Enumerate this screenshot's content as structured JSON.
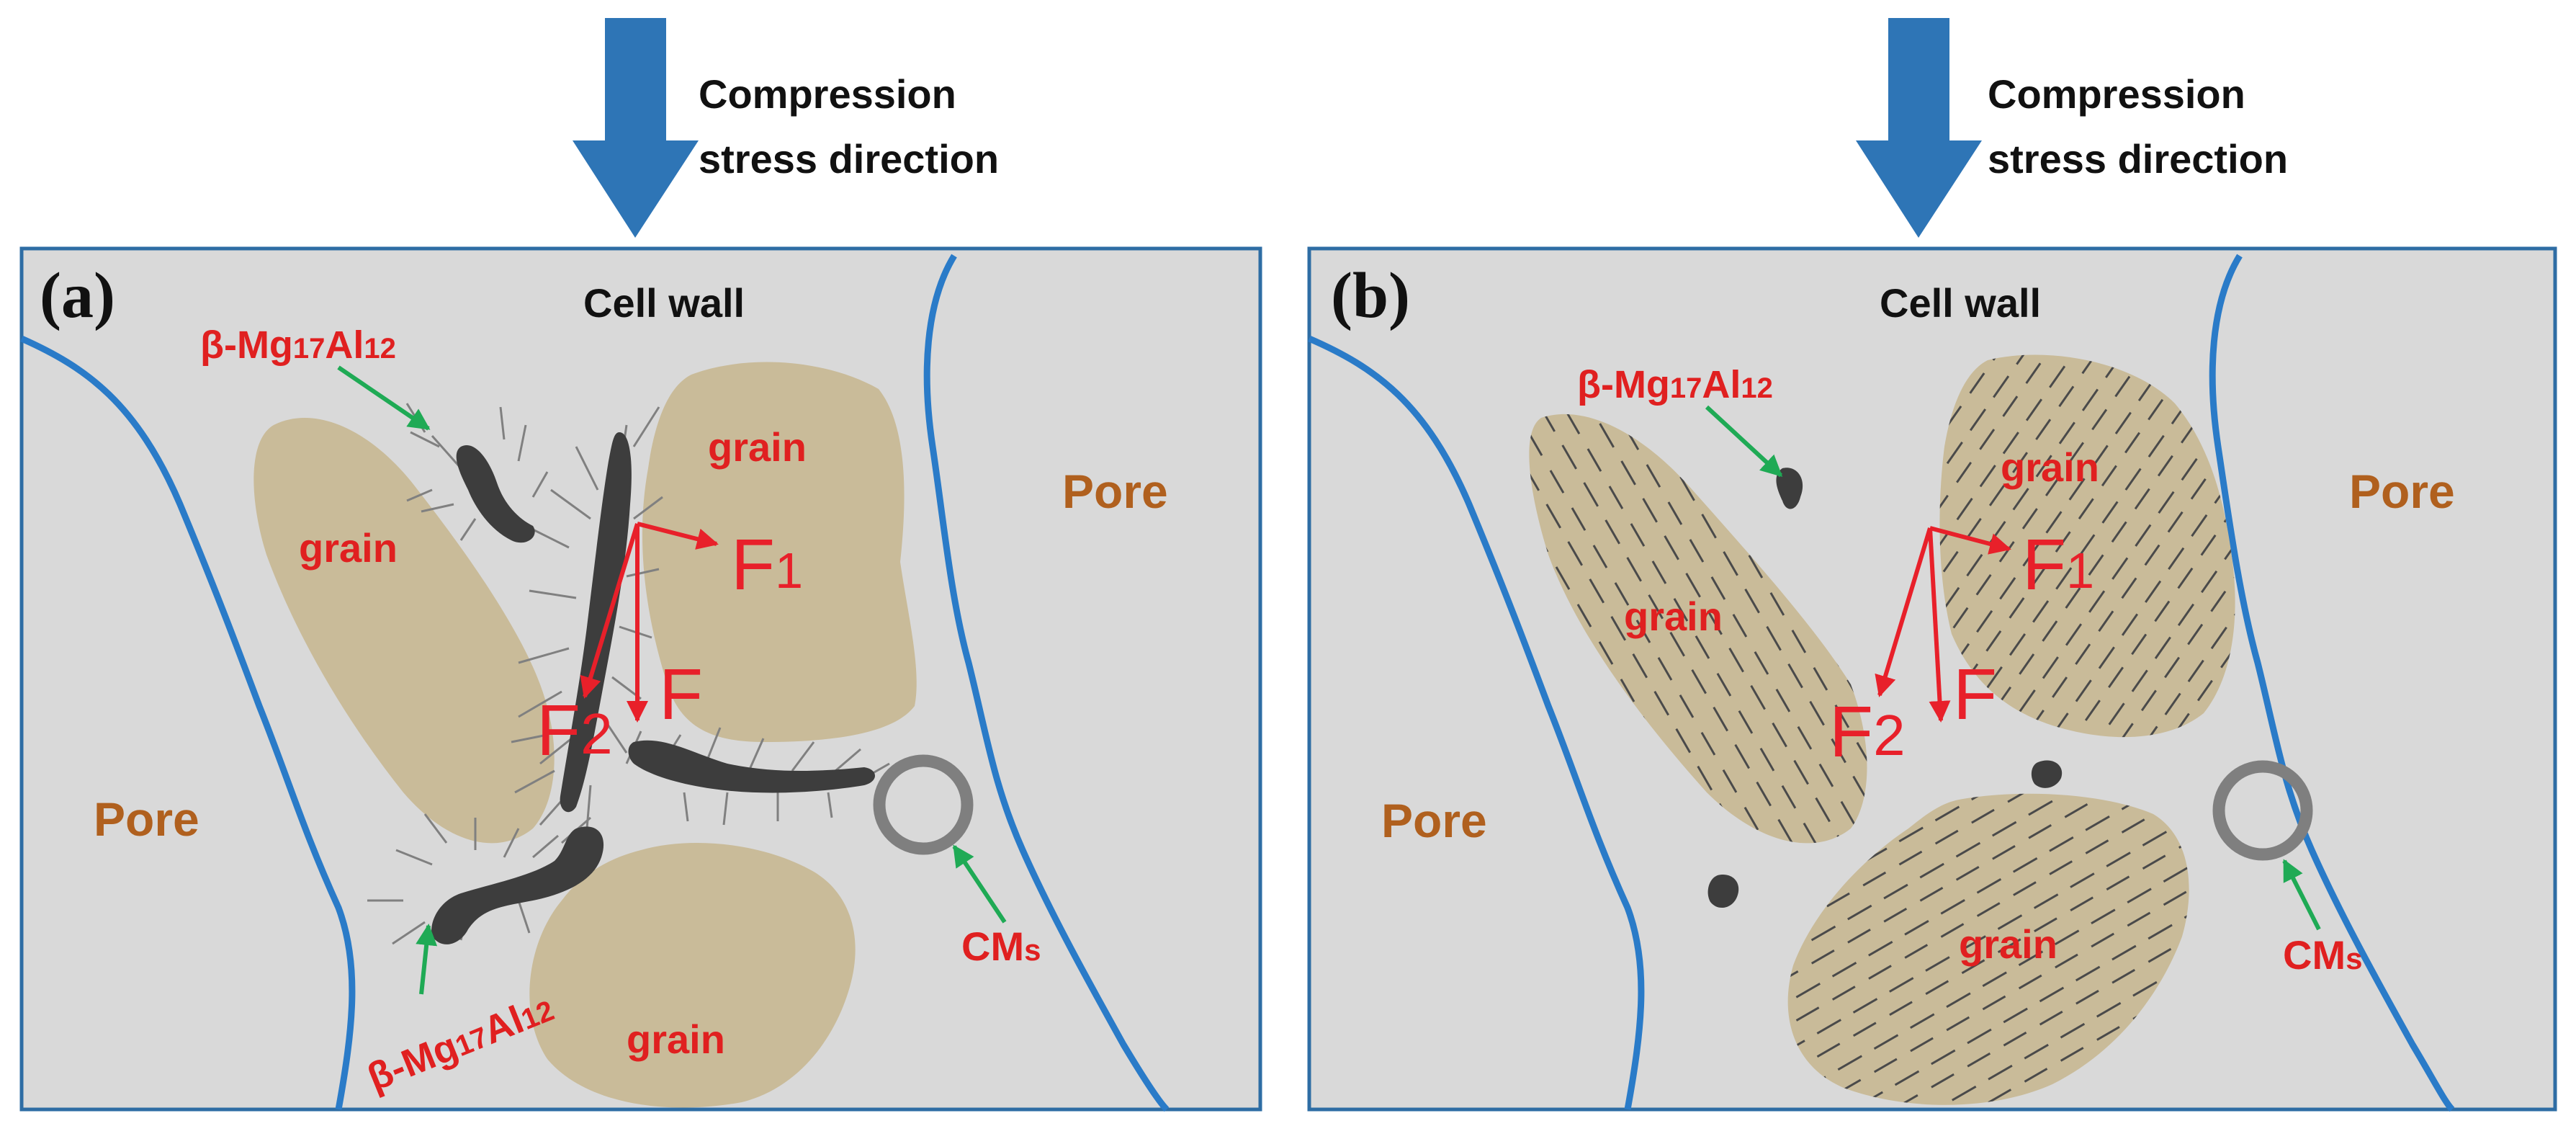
{
  "colors": {
    "background": "#d9d9d9",
    "frame": "#2e6da4",
    "cell_wall_line": "#2a7bc8",
    "arrow_blue": "#2e75b6",
    "grain": "#c9bb99",
    "precipitate": "#3d3d3d",
    "twin_line": "#4a4a4a",
    "force_red": "#e8202a",
    "label_red": "#e02020",
    "pore_brown": "#b0601e",
    "pointer_green": "#1faa55",
    "cms_ring": "#7f7f7f"
  },
  "panel_a": {
    "stress_label_line1": "Compression",
    "stress_label_line2": "stress direction",
    "panel_label": "(a)",
    "cell_wall": "Cell wall",
    "pore_right": "Pore",
    "pore_left": "Pore",
    "grain_1": "grain",
    "grain_2": "grain",
    "grain_3": "grain",
    "beta_top_main": "β-Mg",
    "beta_top_sub1": "17",
    "beta_top_mid": "Al",
    "beta_top_sub2": "12",
    "beta_bottom_main": "β-Mg",
    "beta_bottom_sub1": "17",
    "beta_bottom_mid": "Al",
    "beta_bottom_sub2": "12",
    "force_F": "F",
    "force_F1": "F",
    "force_F1_sub": "1",
    "force_F2": "F",
    "force_F2_sub": "2",
    "cms_main": "CM",
    "cms_sub": "s"
  },
  "panel_b": {
    "stress_label_line1": "Compression",
    "stress_label_line2": "stress direction",
    "panel_label": "(b)",
    "cell_wall": "Cell wall",
    "pore_right": "Pore",
    "pore_left": "Pore",
    "grain_1": "grain",
    "grain_2": "grain",
    "grain_3": "grain",
    "beta_main": "β-Mg",
    "beta_sub1": "17",
    "beta_mid": "Al",
    "beta_sub2": "12",
    "force_F": "F",
    "force_F1": "F",
    "force_F1_sub": "1",
    "force_F2": "F",
    "force_F2_sub": "2",
    "cms_main": "CM",
    "cms_sub": "s"
  }
}
